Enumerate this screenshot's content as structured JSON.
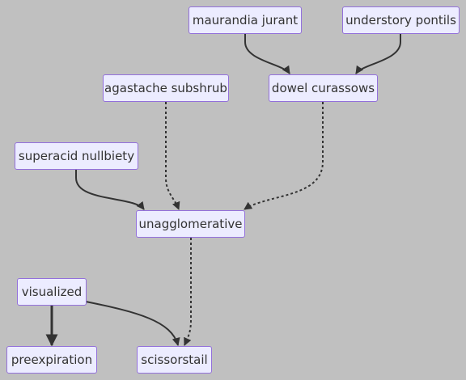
{
  "diagram": {
    "type": "flowchart",
    "colors": {
      "background": "#c0c0c0",
      "node_fill": "#ececff",
      "node_border": "#9370db",
      "text": "#333333",
      "edge": "#333333"
    },
    "nodes": {
      "maurandia_jurant": "maurandia jurant",
      "understory_pontils": "understory pontils",
      "agastache_subshrub": "agastache subshrub",
      "dowel_curassows": "dowel curassows",
      "superacid_nullbiety": "superacid nullbiety",
      "unagglomerative": "unagglomerative",
      "visualized": "visualized",
      "preexpiration": "preexpiration",
      "scissorstail": "scissorstail"
    },
    "edges": [
      {
        "from": "maurandia jurant",
        "to": "dowel curassows",
        "style": "solid"
      },
      {
        "from": "understory pontils",
        "to": "dowel curassows",
        "style": "solid"
      },
      {
        "from": "agastache subshrub",
        "to": "unagglomerative",
        "style": "dotted"
      },
      {
        "from": "dowel curassows",
        "to": "unagglomerative",
        "style": "dotted"
      },
      {
        "from": "superacid nullbiety",
        "to": "unagglomerative",
        "style": "solid"
      },
      {
        "from": "unagglomerative",
        "to": "scissorstail",
        "style": "dotted"
      },
      {
        "from": "visualized",
        "to": "preexpiration",
        "style": "thick"
      },
      {
        "from": "visualized",
        "to": "scissorstail",
        "style": "solid"
      }
    ]
  }
}
